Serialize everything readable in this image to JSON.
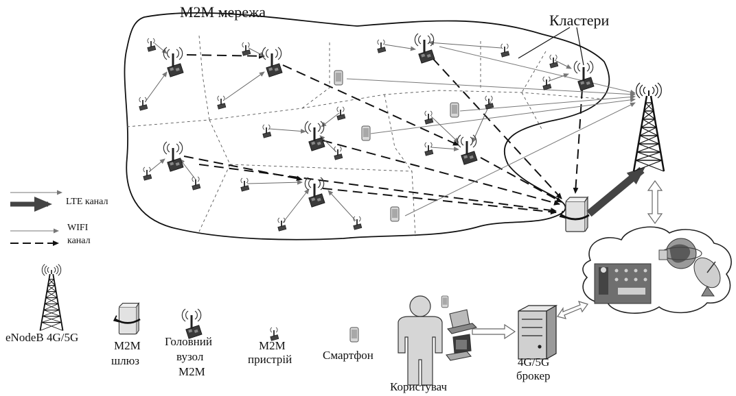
{
  "network_title": "M2M мережа",
  "clusters_label": "Кластери",
  "legend": {
    "lte_label": "LTE канал",
    "wifi_label": "WIFI",
    "channel_label": "канал"
  },
  "devices": {
    "enodeb": "eNodeB 4G/5G",
    "gateway_line1": "M2M",
    "gateway_line2": "шлюз",
    "head_line1": "Головний",
    "head_line2": "вузол",
    "head_line3": "M2M",
    "device_line1": "M2M",
    "device_line2": "пристрій",
    "smartphone": "Смартфон",
    "user": "Користувач",
    "broker_line1": "4G/5G",
    "broker_line2": "брокер"
  },
  "icons": [
    "cell-tower-icon",
    "gateway-icon",
    "head-node-icon",
    "m2m-device-icon",
    "smartphone-icon",
    "user-icon",
    "laptop-icon",
    "desktop-icon",
    "server-icon",
    "cloud-icon",
    "globe-icon",
    "satellite-dish-icon"
  ],
  "colors": {
    "stroke": "#111111",
    "gray": "#777777",
    "fill_gray": "#c8c8c8"
  }
}
